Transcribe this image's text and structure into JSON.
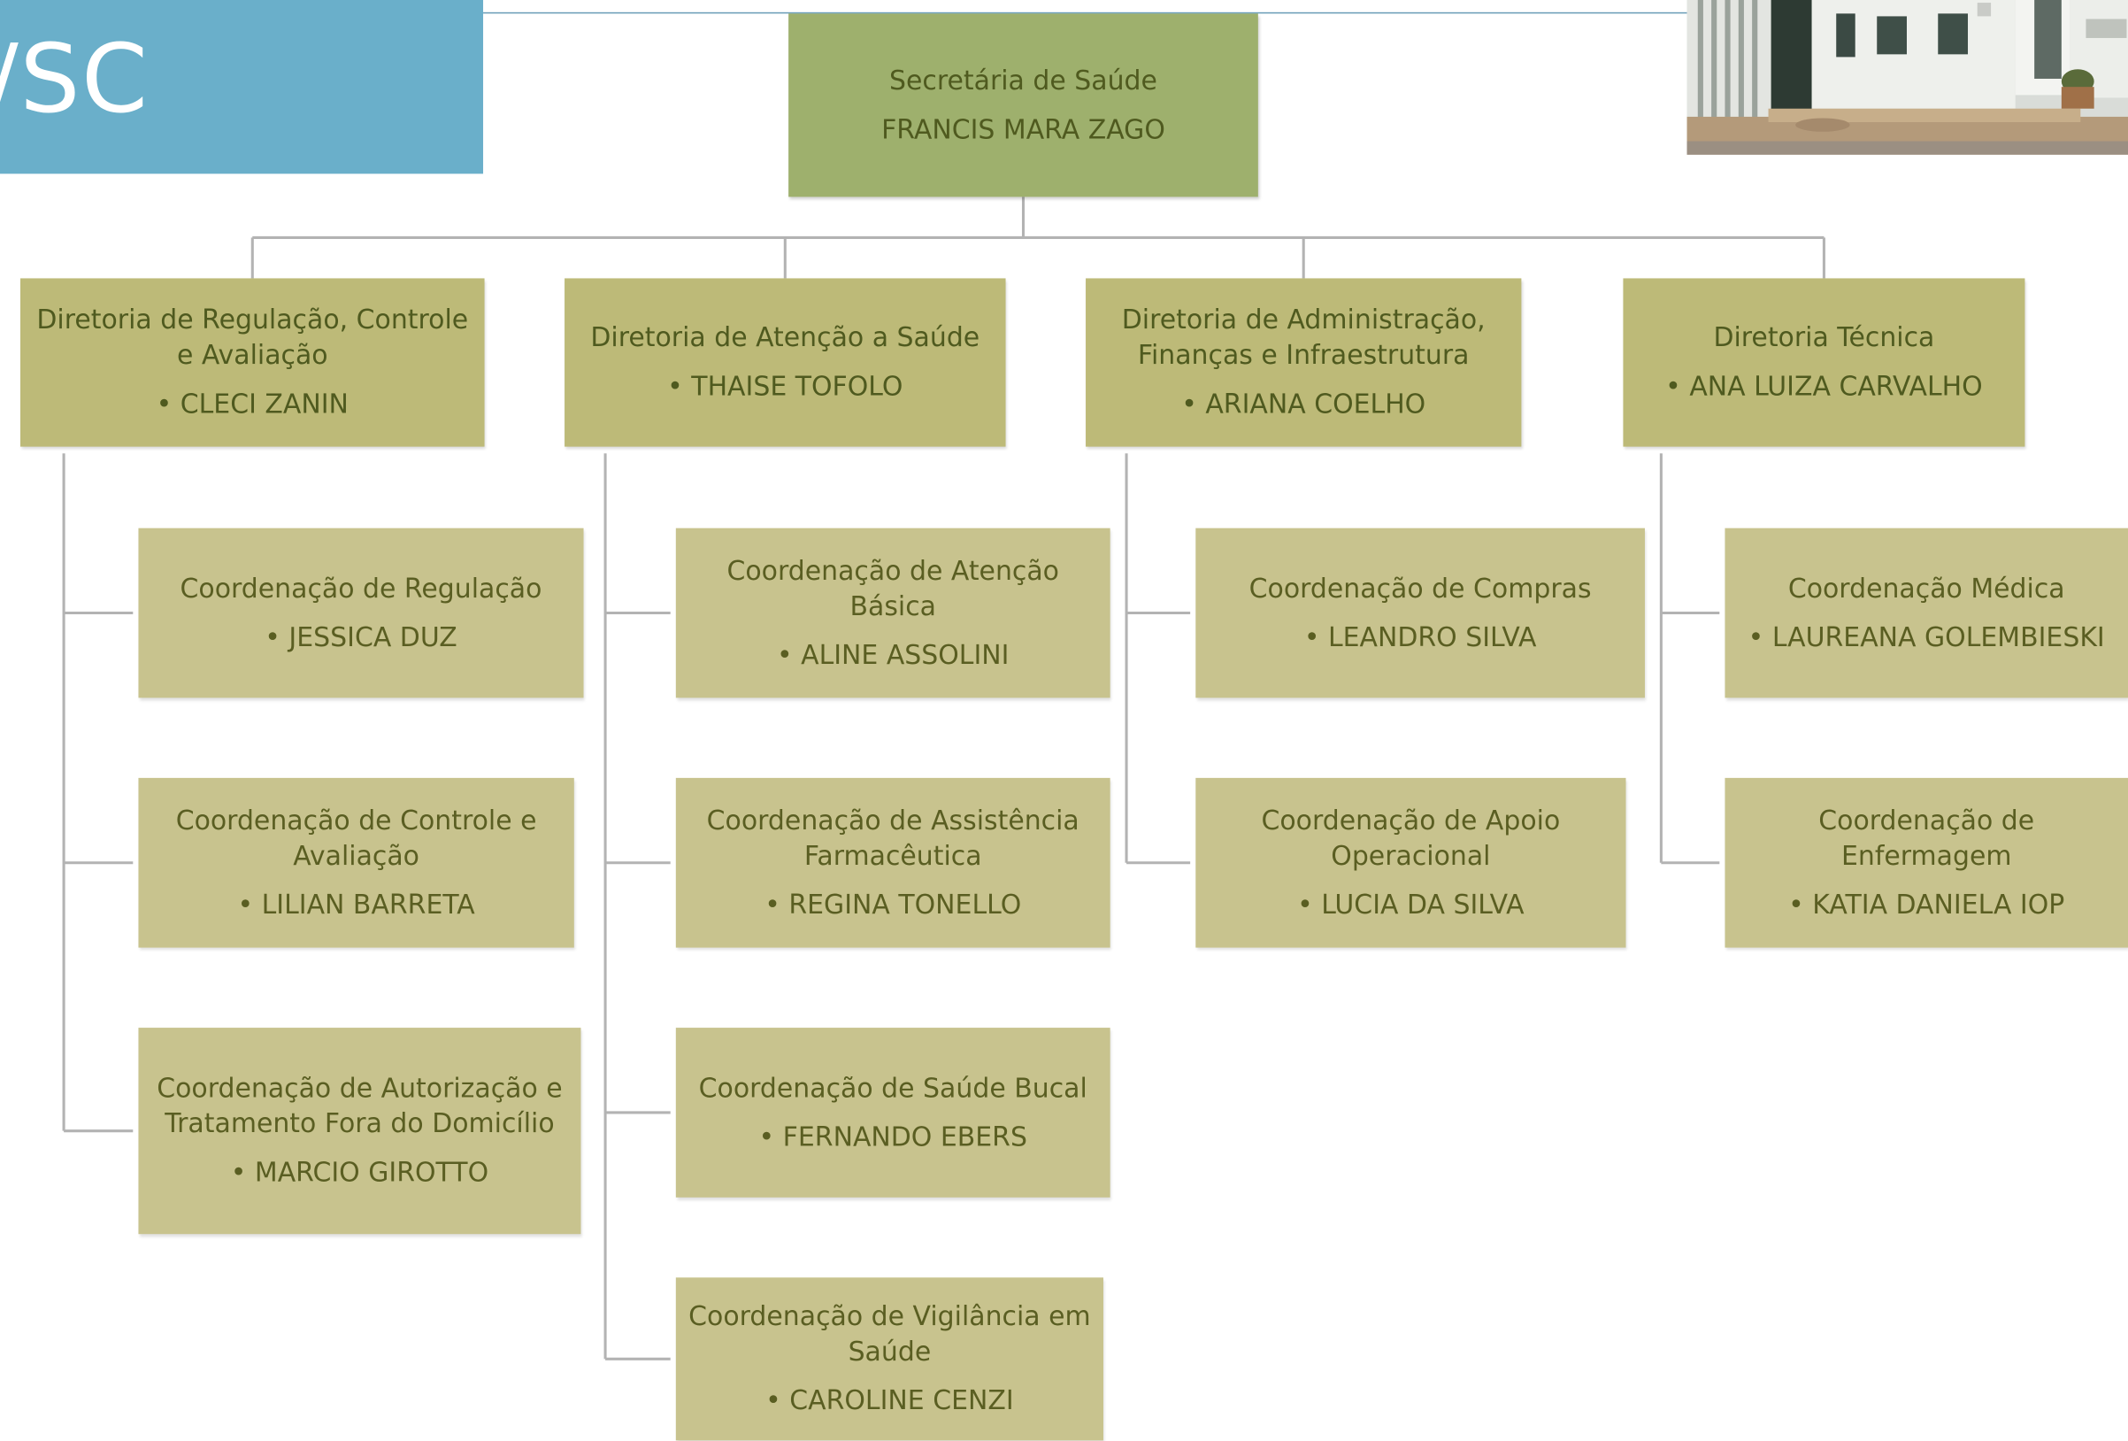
{
  "banner": {
    "text": "/SC",
    "color": "#6aafca"
  },
  "chart": {
    "root": {
      "title": "Secretária de Saúde",
      "name": "FRANCIS MARA ZAGO"
    },
    "directorates": [
      {
        "title": "Diretoria de Regulação, Controle e Avaliação",
        "name": "• CLECI ZANIN",
        "coordinations": [
          {
            "title": "Coordenação de Regulação",
            "name": "• JESSICA DUZ"
          },
          {
            "title": "Coordenação de Controle e Avaliação",
            "name": "• LILIAN BARRETA"
          },
          {
            "title": "Coordenação de Autorização e Tratamento Fora do Domicílio",
            "name": "• MARCIO GIROTTO"
          }
        ]
      },
      {
        "title": "Diretoria de Atenção a Saúde",
        "name": "• THAISE TOFOLO",
        "coordinations": [
          {
            "title": "Coordenação de Atenção Básica",
            "name": "• ALINE ASSOLINI"
          },
          {
            "title": "Coordenação de Assistência Farmacêutica",
            "name": "• REGINA TONELLO"
          },
          {
            "title": "Coordenação de Saúde Bucal",
            "name": "• FERNANDO EBERS"
          },
          {
            "title": "Coordenação de Vigilância em Saúde",
            "name": "• CAROLINE CENZI"
          }
        ]
      },
      {
        "title": "Diretoria de Administração, Finanças e Infraestrutura",
        "name": "• ARIANA COELHO",
        "coordinations": [
          {
            "title": "Coordenação de Compras",
            "name": "• LEANDRO SILVA"
          },
          {
            "title": "Coordenação de Apoio Operacional",
            "name": "• LUCIA DA SILVA"
          }
        ]
      },
      {
        "title": "Diretoria Técnica",
        "name": "• ANA LUIZA CARVALHO",
        "coordinations": [
          {
            "title": "Coordenação Médica",
            "name": "• LAUREANA GOLEMBIESKI"
          },
          {
            "title": "Coordenação de Enfermagem",
            "name": "• KATIA DANIELA IOP"
          }
        ]
      }
    ]
  },
  "colors": {
    "root_fill": "#9eb06d",
    "directorate_fill": "#bdba78",
    "coordination_fill": "#c8c38e",
    "connector": "#b3b3b3",
    "text": "#5a5e22"
  }
}
